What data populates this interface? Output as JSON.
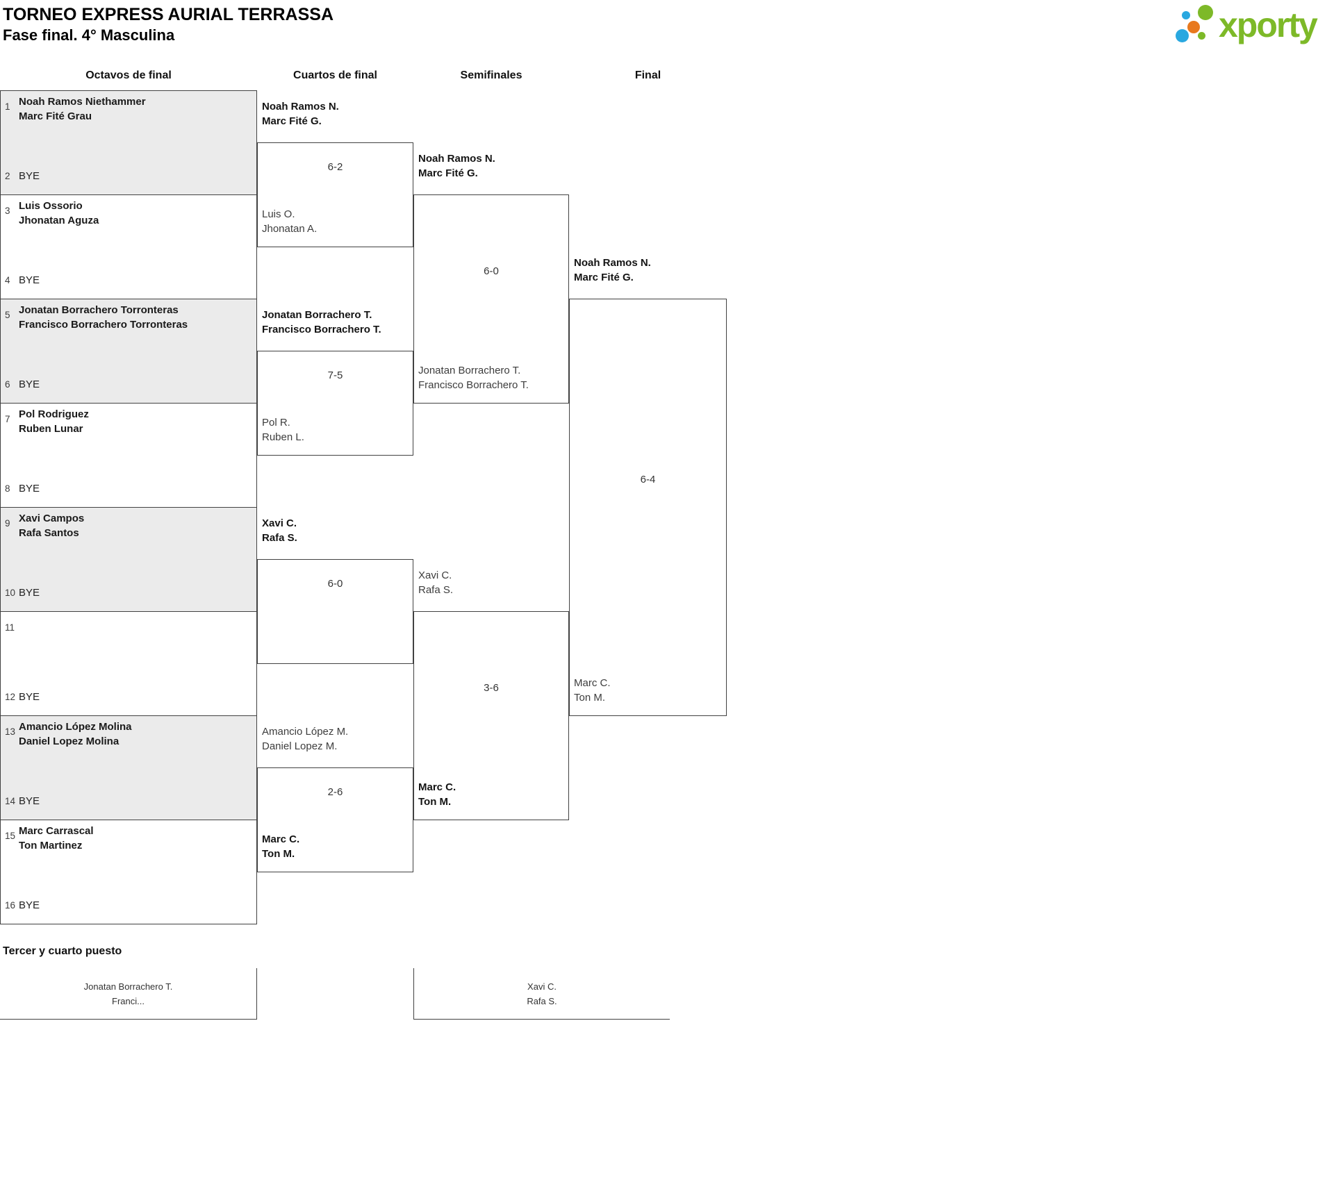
{
  "title": {
    "line1": "TORNEO EXPRESS AURIAL TERRASSA",
    "line2": "Fase final. 4° Masculina"
  },
  "logo": {
    "text": "xporty"
  },
  "colors": {
    "green": "#7db928",
    "blue": "#29a8e0",
    "orange": "#e8791e"
  },
  "rounds": [
    "Octavos de final",
    "Cuartos de final",
    "Semifinales",
    "Final"
  ],
  "octavos": [
    {
      "seed_top": "1",
      "team": [
        "Noah Ramos Niethammer",
        "Marc Fité Grau"
      ],
      "seed_bottom": "2",
      "bye": "BYE"
    },
    {
      "seed_top": "3",
      "team": [
        "Luis Ossorio",
        "Jhonatan Aguza"
      ],
      "seed_bottom": "4",
      "bye": "BYE"
    },
    {
      "seed_top": "5",
      "team": [
        "Jonatan Borrachero Torronteras",
        "Francisco Borrachero Torronteras"
      ],
      "seed_bottom": "6",
      "bye": "BYE"
    },
    {
      "seed_top": "7",
      "team": [
        "Pol Rodriguez",
        "Ruben Lunar"
      ],
      "seed_bottom": "8",
      "bye": "BYE"
    },
    {
      "seed_top": "9",
      "team": [
        "Xavi Campos",
        "Rafa Santos"
      ],
      "seed_bottom": "10",
      "bye": "BYE"
    },
    {
      "seed_top": "11",
      "team": [],
      "seed_bottom": "12",
      "bye": "BYE"
    },
    {
      "seed_top": "13",
      "team": [
        "Amancio López Molina",
        "Daniel Lopez Molina"
      ],
      "seed_bottom": "14",
      "bye": "BYE"
    },
    {
      "seed_top": "15",
      "team": [
        "Marc Carrascal",
        "Ton Martinez"
      ],
      "seed_bottom": "16",
      "bye": "BYE"
    }
  ],
  "matches": {
    "qf1": {
      "top": [
        "Noah Ramos N.",
        "Marc Fité G."
      ],
      "score": "6-2",
      "bottom": [
        "Luis O.",
        "Jhonatan A."
      ]
    },
    "qf2": {
      "top": [
        "Jonatan Borrachero T.",
        "Francisco Borrachero T."
      ],
      "score": "7-5",
      "bottom": [
        "Pol R.",
        "Ruben L."
      ]
    },
    "qf3": {
      "top": [
        "Xavi C.",
        "Rafa S."
      ],
      "score": "6-0",
      "bottom": [
        "",
        ""
      ]
    },
    "qf4": {
      "top": [
        "Amancio López M.",
        "Daniel Lopez M."
      ],
      "score": "2-6",
      "bottom": [
        "Marc C.",
        "Ton M."
      ]
    },
    "sf1": {
      "top": [
        "Noah Ramos N.",
        "Marc Fité G."
      ],
      "score": "6-0",
      "bottom": [
        "Jonatan Borrachero T.",
        "Francisco Borrachero T."
      ]
    },
    "sf2": {
      "top": [
        "Xavi C.",
        "Rafa S."
      ],
      "score": "3-6",
      "bottom": [
        "Marc C.",
        "Ton M."
      ]
    },
    "final": {
      "top": [
        "Noah Ramos N.",
        "Marc Fité G."
      ],
      "score": "6-4",
      "bottom": [
        "Marc C.",
        "Ton M."
      ]
    }
  },
  "third_place": {
    "heading": "Tercer y cuarto puesto",
    "left_team": [
      "Jonatan Borrachero T.",
      "Franci..."
    ],
    "right_team": [
      "Xavi C.",
      "Rafa S."
    ]
  }
}
